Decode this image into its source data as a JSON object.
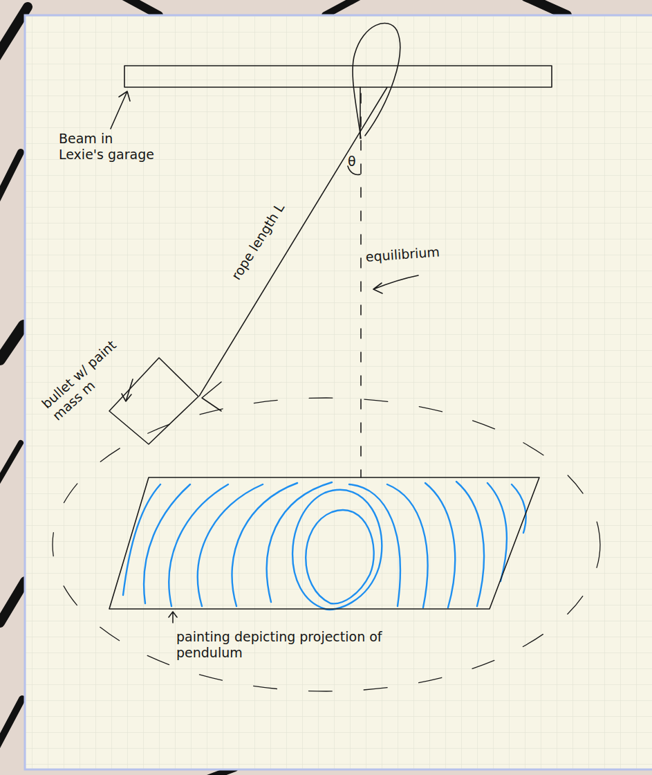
{
  "diagram": {
    "nodes": [
      {
        "text": [
          "Beam in Lexie's garage"
        ]
      },
      {
        "text": [
          "bullet w/ paint mass m"
        ]
      },
      {
        "text": [
          "painting depicting projection of pendulum"
        ]
      }
    ],
    "edges": [
      {
        "from": 0,
        "to": 1,
        "label": "rope length L",
        "arrow": "none"
      }
    ],
    "labels": [
      "θ",
      "equilibrium"
    ]
  }
}
